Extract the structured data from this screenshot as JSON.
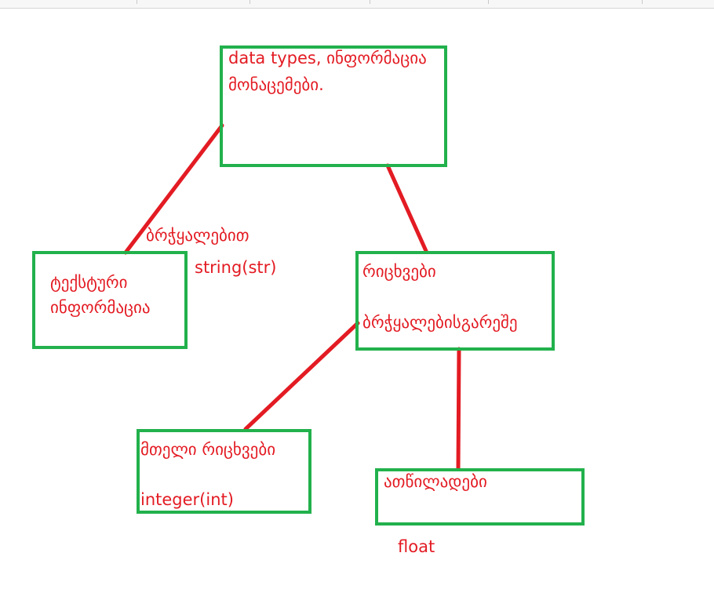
{
  "colors": {
    "box_border": "#22b14c",
    "connector": "#e31b23",
    "text": "#e31b23"
  },
  "nodes": {
    "data_types": {
      "line1": "data types, ინფორმაცია",
      "line2": "მონაცემები."
    },
    "text_info": {
      "line1": "ტექსტური",
      "line2": "ინფორმაცია"
    },
    "numbers": {
      "line1": "რიცხვები",
      "line2": "ბრჭყალებისგარეშე"
    },
    "integers": {
      "line1": "მთელი რიცხვები",
      "line2": "integer(int)"
    },
    "decimals": {
      "line1": "ათწილადები"
    }
  },
  "edge_labels": {
    "with_quotes": "ბრჭყალებით",
    "string_type": "string(str)",
    "float_type": "float"
  }
}
